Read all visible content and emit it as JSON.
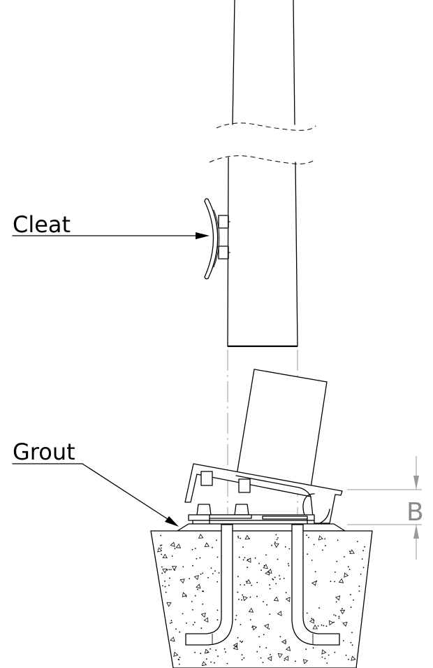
{
  "labels": {
    "cleat": "Cleat",
    "grout": "Grout",
    "dimension_b": "B"
  }
}
